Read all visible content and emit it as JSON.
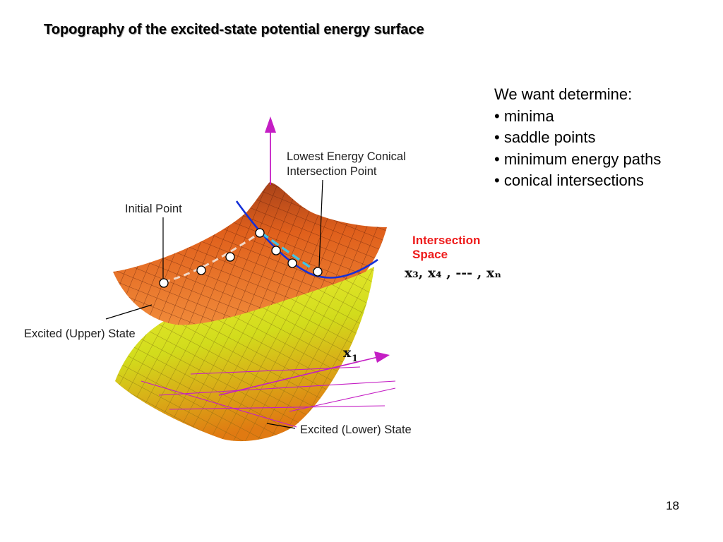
{
  "slide": {
    "title": "Topography of the excited-state potential energy surface",
    "page_number": "18"
  },
  "bullets": {
    "intro": "We want determine:",
    "items": [
      "minima",
      "saddle points",
      "minimum energy paths",
      "conical intersections"
    ]
  },
  "figure": {
    "labels": {
      "lowest_ci_line1": "Lowest Energy Conical",
      "lowest_ci_line2": "Intersection Point",
      "initial_point": "Initial Point",
      "intersection_space_line1": "Intersection",
      "intersection_space_line2": "Space",
      "upper_state": "Excited (Upper) State",
      "lower_state": "Excited (Lower) State"
    },
    "axis": {
      "x1": "x",
      "x1_sub": "1",
      "intersection_coords": "x₃, x₄ , --- , xₙ"
    },
    "colors": {
      "upper_surface": "#e8631c",
      "lower_surface": "#d8e020",
      "axis": "#c41ec4",
      "seam_curve": "#1530d8",
      "path_arrow": "#41c3e6",
      "red_label": "#ee1c1c"
    }
  }
}
